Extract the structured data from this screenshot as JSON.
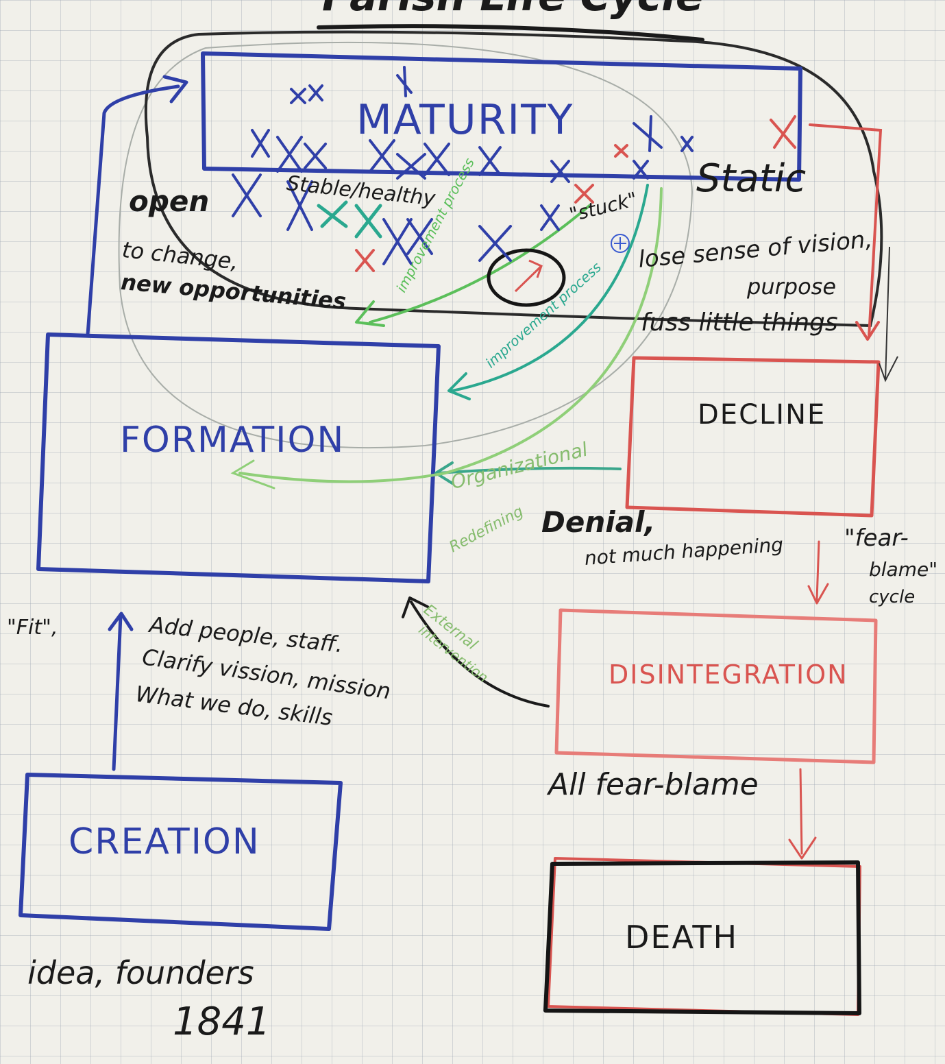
{
  "title": "Parish Life Cycle",
  "stages": {
    "maturity": "MATURITY",
    "formation": "FORMATION",
    "creation": "CREATION",
    "decline": "DECLINE",
    "disintegration": "DISINTEGRATION",
    "death": "DEATH"
  },
  "notes": {
    "static": "Static",
    "stable_healthy": "Stable/healthy",
    "stuck": "\"stuck\"",
    "open_line1": "open",
    "open_line2": "to change,",
    "open_line3": "new opportunities",
    "lose_line1": "lose sense of vision,",
    "lose_line2": "purpose",
    "fuss": "fuss little things",
    "improvement_1": "improvement process",
    "improvement_2": "improvement process",
    "organizational": "Organizational",
    "redefining": "Redefining",
    "external": "External",
    "intervention": "intervention",
    "denial_line1": "Denial,",
    "denial_line2": "not much happening",
    "fear_line1": "\"fear-",
    "fear_line2": "blame\"",
    "fear_line3": "cycle",
    "fit": "\"Fit\",",
    "add_line1": "Add people, staff.",
    "add_line2": "Clarify vission, mission",
    "add_line3": "What we do, skills",
    "all_fear_blame": "All fear-blame",
    "idea_line1": "idea, founders",
    "idea_line2": "1841"
  },
  "colors": {
    "paper": "#f1f0ea",
    "blue_marker": "#2f3fa8",
    "red_marker": "#d95450",
    "black_marker": "#1a1a1a",
    "green_marker": "#86bc6e",
    "teal_marker": "#2aa88f"
  }
}
